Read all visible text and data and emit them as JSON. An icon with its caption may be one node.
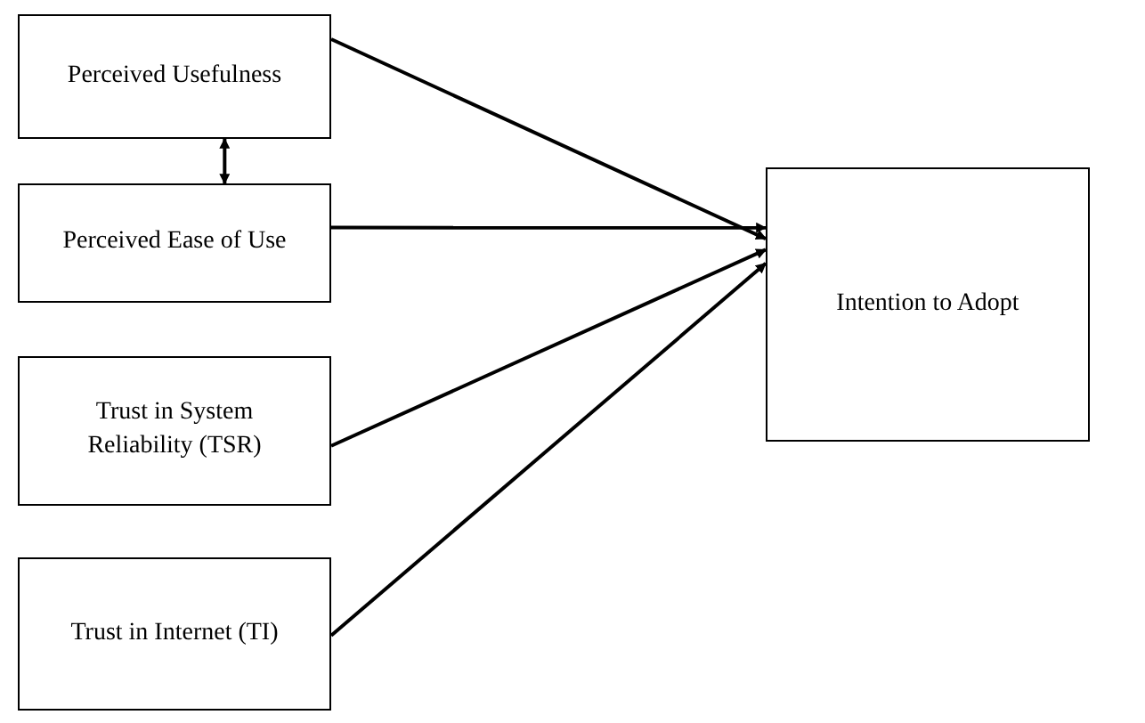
{
  "diagram": {
    "nodes": [
      {
        "text": [
          "Perceived Usefulness"
        ]
      },
      {
        "text": [
          "Perceived Ease of Use"
        ]
      },
      {
        "text": [
          "Trust in System Reliability (TSR)"
        ]
      },
      {
        "text": [
          "Trust in Internet (TI)"
        ]
      },
      {
        "text": [
          "Intention to Adopt"
        ]
      }
    ],
    "edges": [
      {
        "from": 0,
        "to": 4,
        "arrow": "to"
      },
      {
        "from": 1,
        "to": 4,
        "arrow": "to"
      },
      {
        "from": 2,
        "to": 4,
        "arrow": "to"
      },
      {
        "from": 3,
        "to": 4,
        "arrow": "to"
      },
      {
        "from": 0,
        "to": 1,
        "arrow": "both"
      }
    ]
  }
}
